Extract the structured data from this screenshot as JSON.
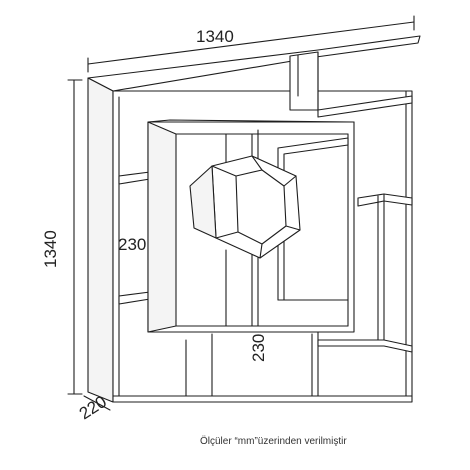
{
  "dimensions": {
    "width": "1340",
    "height": "1340",
    "depth": "220",
    "inner_left": "230",
    "inner_bottom": "230"
  },
  "footnote": "Ölçüler “mm”üzerinden verilmiştir"
}
